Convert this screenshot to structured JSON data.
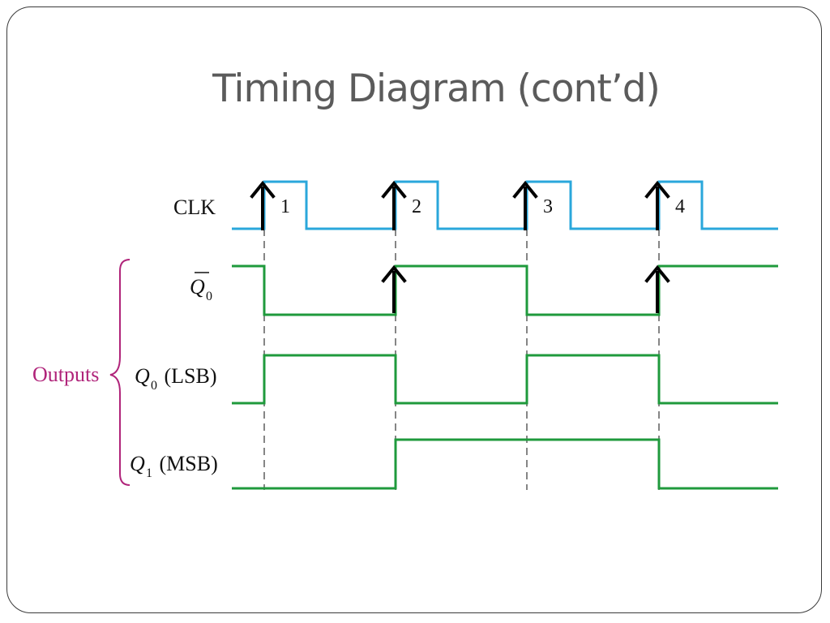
{
  "title": "Timing Diagram (cont’d)",
  "colors": {
    "clock": "#2aa7db",
    "outputs": "#1f9a3c",
    "bracket": "#b0247a",
    "arrow": "#000000",
    "guide": "#444444"
  },
  "labels": {
    "clk": "CLK",
    "q0bar_letter": "Q",
    "q0bar_sub": "0",
    "q0_letter": "Q",
    "q0_sub": "0",
    "q0_suffix": " (LSB)",
    "q1_letter": "Q",
    "q1_sub": "1",
    "q1_suffix": " (MSB)",
    "outputs": "Outputs"
  },
  "pulse_numbers": [
    "1",
    "2",
    "3",
    "4"
  ],
  "signals": {
    "clk": [
      0,
      1,
      0,
      1,
      0,
      1,
      0,
      1,
      0
    ],
    "q0_bar": [
      1,
      0,
      1,
      0,
      1
    ],
    "q0": [
      0,
      1,
      0,
      1,
      0
    ],
    "q1": [
      0,
      0,
      1,
      1,
      0
    ]
  },
  "icons": {
    "arrow": "up-arrow-icon"
  }
}
